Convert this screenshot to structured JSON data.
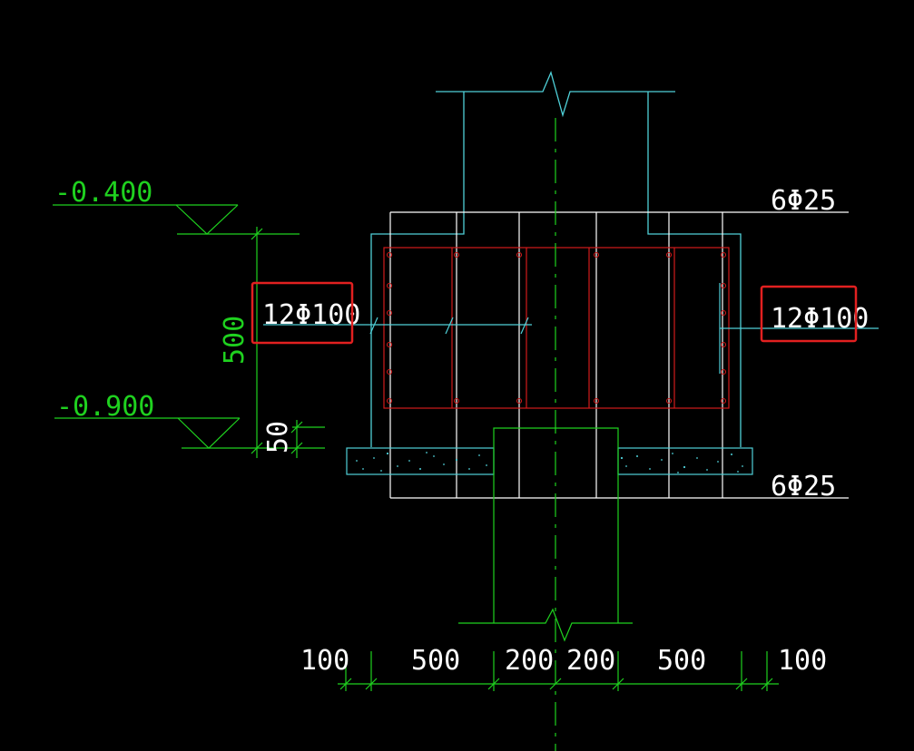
{
  "colors": {
    "background": "#000000",
    "dimension_green": "#1fd11f",
    "outline_cyan": "#4fd0d8",
    "rebar_red": "#d11a1a",
    "text_white": "#ffffff",
    "highlight_red": "#e22020"
  },
  "elevations": {
    "top": "-0.400",
    "bottom": "-0.900"
  },
  "vertical_dims": {
    "height": "500",
    "cover": "50"
  },
  "rebar_labels": {
    "top_bars": "6Φ25",
    "bottom_bars": "6Φ25",
    "left_stirrups": "12Φ100",
    "right_stirrups": "12Φ100"
  },
  "horizontal_dims": [
    "100",
    "500",
    "200",
    "200",
    "500",
    "100"
  ]
}
